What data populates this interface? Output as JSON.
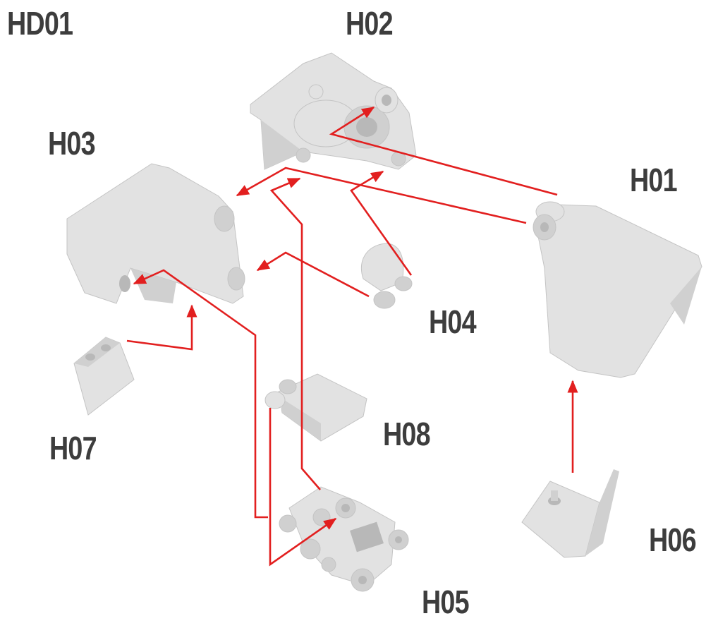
{
  "title": "HD01",
  "parts": [
    {
      "id": "H01",
      "label": "H01"
    },
    {
      "id": "H02",
      "label": "H02"
    },
    {
      "id": "H03",
      "label": "H03"
    },
    {
      "id": "H04",
      "label": "H04"
    },
    {
      "id": "H05",
      "label": "H05"
    },
    {
      "id": "H06",
      "label": "H06"
    },
    {
      "id": "H07",
      "label": "H07"
    },
    {
      "id": "H08",
      "label": "H08"
    }
  ],
  "colors": {
    "connector": "#e21f1f",
    "label": "#3d3d3d",
    "part": "#e2e2e2"
  }
}
